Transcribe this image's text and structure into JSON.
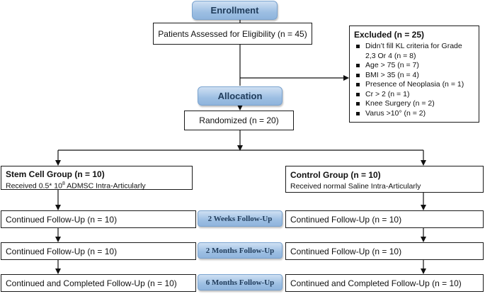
{
  "enrollment": {
    "label": "Enrollment"
  },
  "assessed": {
    "text": "Patients Assessed for Eligibility (n = 45)"
  },
  "excluded": {
    "title": "Excluded (n = 25)",
    "items": [
      "Didn’t fill KL criteria for Grade 2,3 Or 4 (n = 8)",
      "Age > 75 (n = 7)",
      "BMI > 35 (n = 4)",
      "Presence of Neoplasia (n = 1)",
      "Cr > 2 (n = 1)",
      "Knee Surgery (n = 2)",
      "Varus >10° (n = 2)"
    ]
  },
  "allocation": {
    "label": "Allocation"
  },
  "randomized": {
    "text": "Randomized (n = 20)"
  },
  "stem_group": {
    "title": "Stem Cell Group (n = 10)",
    "subtitle_prefix": "Received 0.5* 10",
    "subtitle_exp": "8",
    "subtitle_suffix": " ADMSC Intra-Articularly"
  },
  "control_group": {
    "title": "Control Group (n = 10)",
    "subtitle": "Received normal Saline Intra-Articularly"
  },
  "followups": [
    {
      "stage": "2 Weeks Follow-Up",
      "left": "Continued Follow-Up (n = 10)",
      "right": "Continued Follow-Up (n = 10)"
    },
    {
      "stage": "2 Months Follow-Up",
      "left": "Continued Follow-Up (n = 10)",
      "right": "Continued Follow-Up (n = 10)"
    },
    {
      "stage": "6 Months Follow-Up",
      "left": "Continued and Completed Follow-Up (n = 10)",
      "right": "Continued and Completed Follow-Up (n = 10)"
    }
  ]
}
